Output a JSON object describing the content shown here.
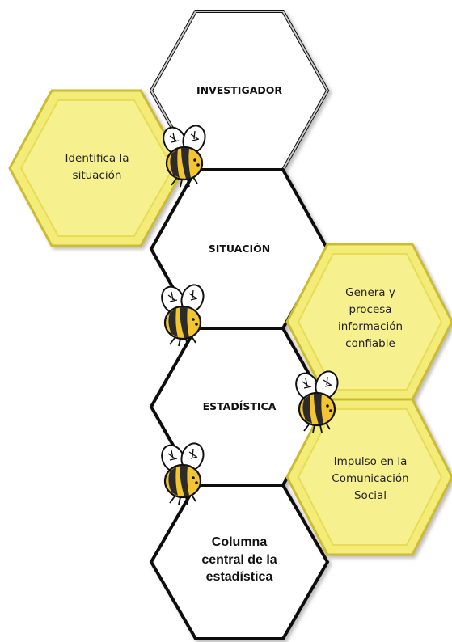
{
  "diagram": {
    "white_hexes": [
      {
        "id": "investigador",
        "text": "INVESTIGADOR"
      },
      {
        "id": "situacion",
        "text": "SITUACIÓN"
      },
      {
        "id": "estadistica",
        "text": "ESTADÍSTICA"
      },
      {
        "id": "columna",
        "text": "Columna\ncentral de la\nestadística"
      }
    ],
    "yellow_hexes": [
      {
        "id": "identifica",
        "text": "Identifica la\nsituación"
      },
      {
        "id": "genera",
        "text": "Genera y\nprocesa\ninformación\nconfiable"
      },
      {
        "id": "impulso",
        "text": "Impulso en la\nComunicación\nSocial"
      }
    ],
    "bees": [
      "bee-icon",
      "bee-icon",
      "bee-icon",
      "bee-icon"
    ]
  },
  "colors": {
    "white_fill": "#ffffff",
    "white_outline": "#111111",
    "yellow_fill": "#f3ec78",
    "yellow_inner": "#f6f08e",
    "yellow_outline": "#d8c63a",
    "bee_body": "#f2c531",
    "bee_stripe": "#2b2b2b"
  }
}
